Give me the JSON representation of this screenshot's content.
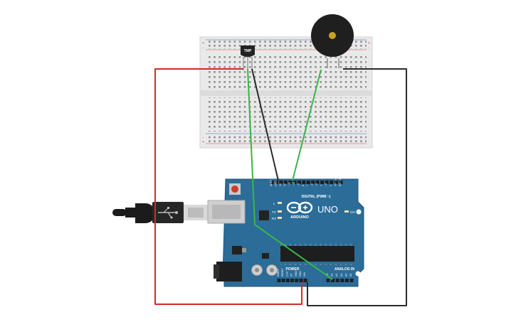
{
  "sensor": {
    "label": "TMP"
  },
  "arduino": {
    "logo_text": "ARDUINO",
    "model": "UNO",
    "digital_header": "DIGITAL (PWM ~)",
    "analog_header": "ANALOG IN",
    "power_header": "POWER",
    "led_l": "L",
    "led_tx": "TX",
    "led_rx": "RX",
    "led_on": "ON",
    "digital_pins": [
      "AREF",
      "GND",
      "13",
      "12",
      "~11",
      "~10",
      "~9",
      "8",
      "7",
      "~6",
      "~5",
      "4",
      "~3",
      "2",
      "TX→1",
      "RX←0"
    ],
    "power_pins": [
      "IOREF",
      "RESET",
      "3.3V",
      "5V",
      "GND",
      "GND",
      "VIN"
    ],
    "analog_pins": [
      "A0",
      "A1",
      "A2",
      "A3",
      "A4",
      "A5"
    ]
  },
  "colors": {
    "wire_red": "#d42a2a",
    "wire_black": "#2b2b2b",
    "wire_green": "#3bb54a",
    "board_blue": "#2b6c98",
    "breadboard": "#e9e9e9"
  }
}
